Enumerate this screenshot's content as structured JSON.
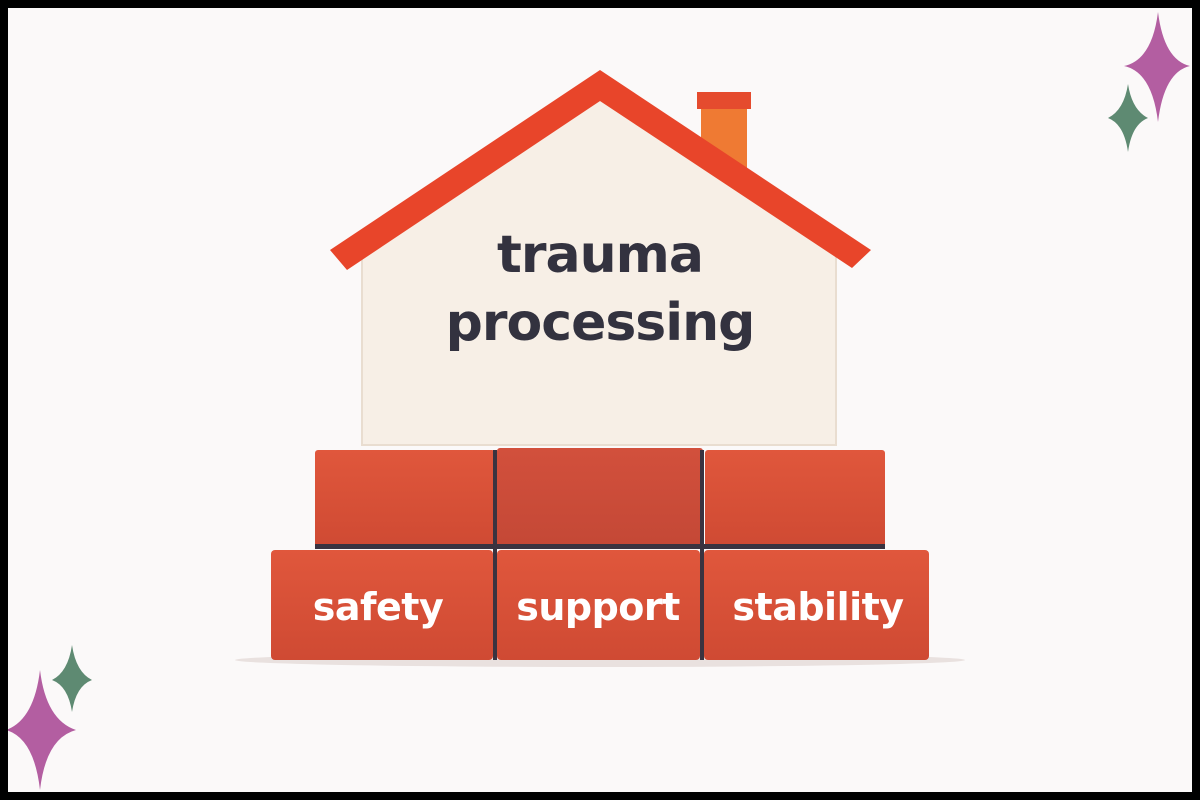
{
  "house": {
    "title_line1": "trauma",
    "title_line2": "processing"
  },
  "foundation": {
    "bricks": [
      {
        "label": "safety"
      },
      {
        "label": "support"
      },
      {
        "label": "stability"
      }
    ]
  },
  "colors": {
    "roof": "#e8452a",
    "chimney": "#ef7a33",
    "wall": "#f7efe6",
    "brick": "#db5138",
    "text_dark": "#33323f",
    "sparkle_purple": "#b35ea1",
    "sparkle_green": "#5e8a72"
  }
}
